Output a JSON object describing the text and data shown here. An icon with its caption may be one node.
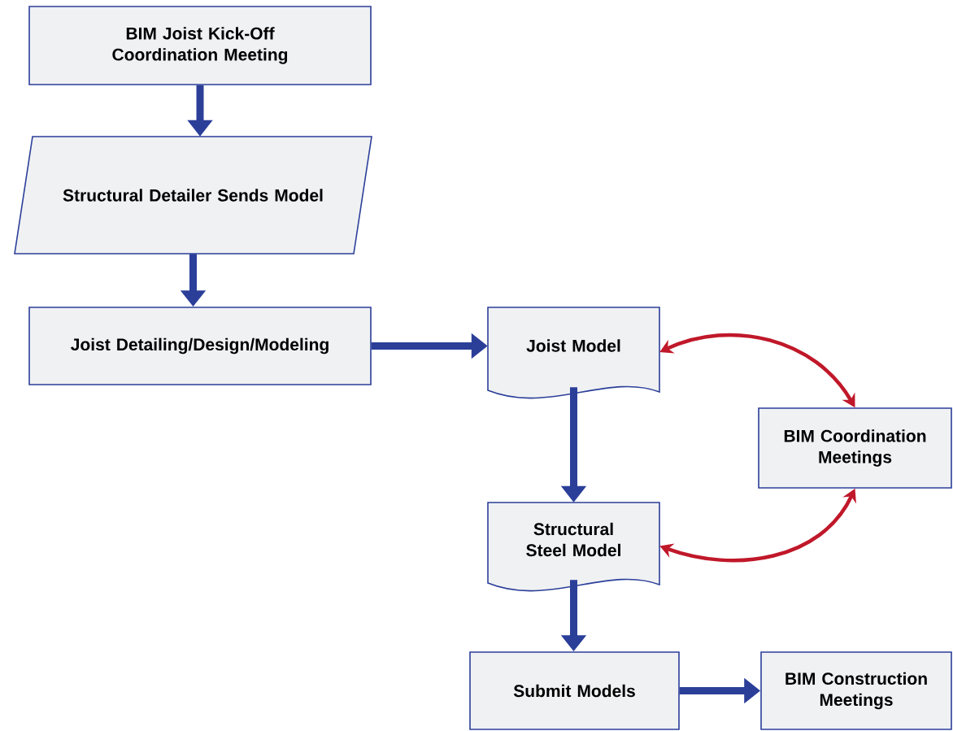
{
  "diagram": {
    "nodes": [
      {
        "text": [
          "BIM Joist Kick-Off Coordination Meeting"
        ]
      },
      {
        "text": [
          "Structural Detailer Sends Model"
        ]
      },
      {
        "text": [
          "Joist Detailing/Design/Modeling"
        ]
      },
      {
        "text": [
          "Joist Model"
        ]
      },
      {
        "text": [
          "BIM Coordination Meetings"
        ]
      },
      {
        "text": [
          "Structural Steel Model"
        ]
      },
      {
        "text": [
          "Submit Models"
        ]
      },
      {
        "text": [
          "BIM Construction Meetings"
        ]
      }
    ],
    "edges": [
      {
        "from": 0,
        "to": 1,
        "arrow": "to"
      },
      {
        "from": 1,
        "to": 2,
        "arrow": "to"
      },
      {
        "from": 2,
        "to": 3,
        "arrow": "to"
      },
      {
        "from": 3,
        "to": 4,
        "arrow": "both",
        "color": "#c0182a"
      },
      {
        "from": 3,
        "to": 5,
        "arrow": "to"
      },
      {
        "from": 5,
        "to": 4,
        "arrow": "both",
        "color": "#c0182a"
      },
      {
        "from": 5,
        "to": 6,
        "arrow": "to"
      },
      {
        "from": 6,
        "to": 7,
        "arrow": "to"
      }
    ]
  }
}
